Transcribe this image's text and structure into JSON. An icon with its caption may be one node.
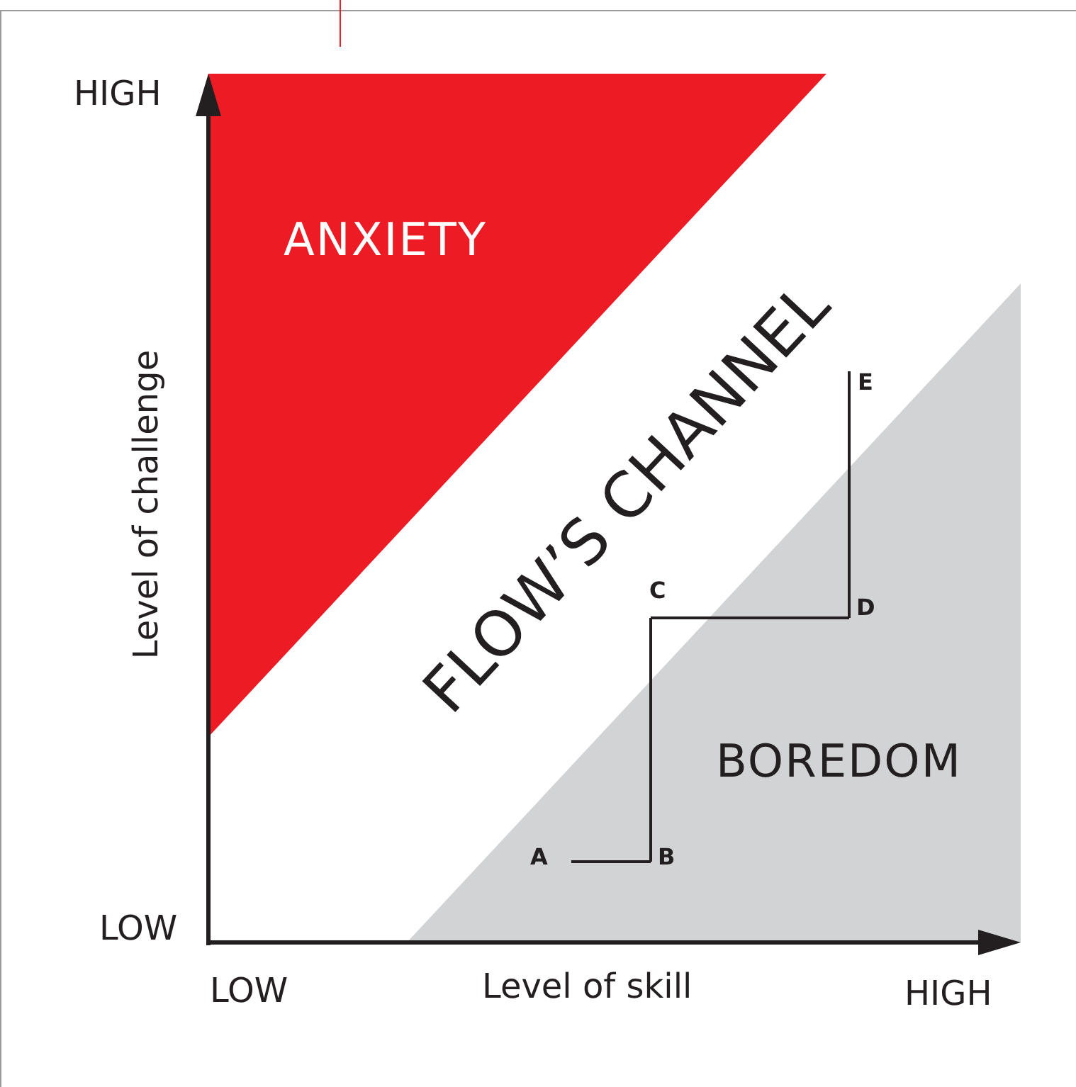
{
  "diagram": {
    "nodes": [
      {
        "text": [
          "ANXIETY"
        ]
      },
      {
        "text": [
          "FLOW’S CHANNEL"
        ]
      },
      {
        "text": [
          "BOREDOM"
        ]
      },
      {
        "text": [
          "A"
        ]
      },
      {
        "text": [
          "B"
        ]
      },
      {
        "text": [
          "C"
        ]
      },
      {
        "text": [
          "D"
        ]
      },
      {
        "text": [
          "E"
        ]
      }
    ],
    "edges": [
      {
        "from": 3,
        "to": 4,
        "arrow": "none"
      },
      {
        "from": 4,
        "to": 5,
        "arrow": "none"
      },
      {
        "from": 5,
        "to": 6,
        "arrow": "none"
      },
      {
        "from": 6,
        "to": 7,
        "arrow": "none"
      }
    ],
    "labels": [
      "HIGH",
      "LOW",
      "Level of challenge",
      "LOW",
      "Level of skill",
      "HIGH"
    ]
  }
}
